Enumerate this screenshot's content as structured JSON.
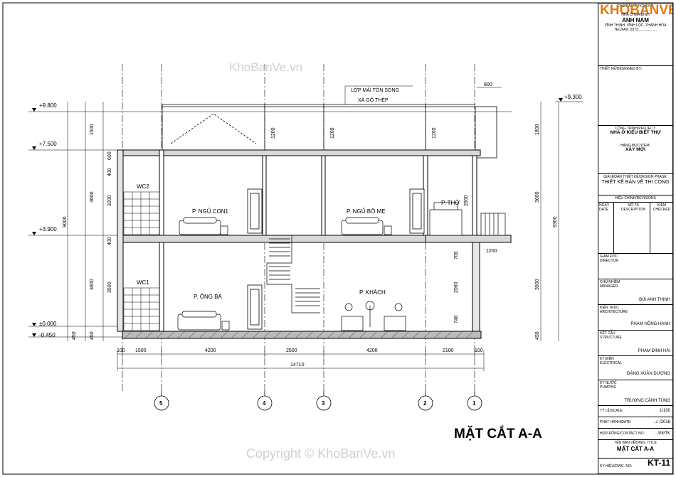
{
  "watermark_top": "KhoBanVe.vn",
  "watermark_bottom": "Copyright © KhoBanVe.vn",
  "drawing_title": "MẶT CẮT A-A",
  "notes": {
    "roof": "LỚP MÁI TÔN SÓNG",
    "truss": "XÀ GỒ THÉP",
    "overhang": "800",
    "balcony": "1200"
  },
  "levels": {
    "l1": "+9.800",
    "l2": "+7.500",
    "l3": "+3.900",
    "l4": "±0.000",
    "l5": "-0.450",
    "r1": "+9.300"
  },
  "rooms": {
    "wc2": "WC2",
    "wc1": "WC1",
    "ngu_con": "P. NGỦ CON1",
    "ngu_bo_me": "P. NGỦ BỐ MẸ",
    "tho": "P. THỜ",
    "ong_ba": "P. ÔNG BÀ",
    "khach": "P. KHÁCH"
  },
  "left_dims": {
    "a1": "1500",
    "a2": "600",
    "a3": "400",
    "a4": "3200",
    "a5": "400",
    "a6": "3500",
    "a7": "450",
    "b1": "3600",
    "b2": "3900",
    "b3": "450",
    "c": "9000"
  },
  "right_dims": {
    "r1": "1800",
    "r2": "3600",
    "r3": "3900",
    "r4": "450",
    "r5": "9300"
  },
  "interior_dims": {
    "d1": "1200",
    "d2": "1200",
    "d3": "1200",
    "d4": "2600",
    "d5": "700",
    "d6": "2060",
    "d7": "740"
  },
  "bottom_dims": {
    "b0": "100",
    "b1": "1500",
    "b2": "4200",
    "b3": "2500",
    "b4": "4200",
    "b5": "2100",
    "b6": "100",
    "total": "14710"
  },
  "axes": [
    "5",
    "4",
    "3",
    "2",
    "1"
  ],
  "title_block": {
    "client_label": "CHỦ ĐẦU TƯ/CLIENT:",
    "logo": "KHOBANVE",
    "client_name_1": "NHÀ Ở GIA ĐÌNH",
    "client_name_2": "ANH NAM",
    "address": "VĨNH THỊNH, VĨNH LỘC, THANH HÓA",
    "tel": "TEL/FAX: 0373...................",
    "designed_label": "THIẾT KẾ/DESIGNED BY:",
    "project_label": "CÔNG TRÌNH/PROJECT:",
    "project_name": "NHÀ Ở KIỂU BIỆT THỰ",
    "item_label": "HẠNG MỤC/ITEM:",
    "item_name": "XÂY MỚI",
    "phase_label": "GIAI ĐOẠN THIẾT KẾ/DESIGN PHASE:",
    "phase_name": "THIẾT KẾ BẢN VẼ THI CÔNG",
    "revisions_label": "HIỆU CHỈNH/REVISIONS",
    "rev_col1": "NGÀY DATE",
    "rev_col2": "MÔ TẢ DESCRIPTION",
    "rev_col3": "KIỂM CHECKED",
    "director_label": "GIÁM ĐỐC DIRECTOR",
    "manager_label": "CHỦ NHIỆM MANAGER",
    "manager_name": "BÙI ANH THỊNH",
    "architect_label": "KIẾN TRÚC ARCHITECTURE",
    "architect_name": "PHẠM HỒNG HẠNH",
    "structure_label": "KẾT CẤU STRUCTURE",
    "structure_name": "PHẠM ĐÌNH HẢI",
    "electrical_label": "KT ĐIỆN ELECTRICAL",
    "electrical_name": "ĐẶNG XUÂN DƯƠNG",
    "pumping_label": "KT NƯỚC PUMPING",
    "pumping_name": "TRƯƠNG CẢNH TÙNG",
    "scale_label": "TỶ LỆ/SCALE:",
    "scale_value": "1/100",
    "date_label": "PHÁT HÀNH/DATE:",
    "date_value": "../../2016",
    "contract_label": "HỢP ĐỒNG/CONTACT NO:",
    "contract_value": "../08/TK",
    "title_label": "TÊN BẢN VẼ/DWG. TITLE",
    "title_value": "MẶT CẮT A-A",
    "dwgno_label": "KÝ HIỆU/DWG. NO:",
    "dwgno_value": "KT-11"
  }
}
